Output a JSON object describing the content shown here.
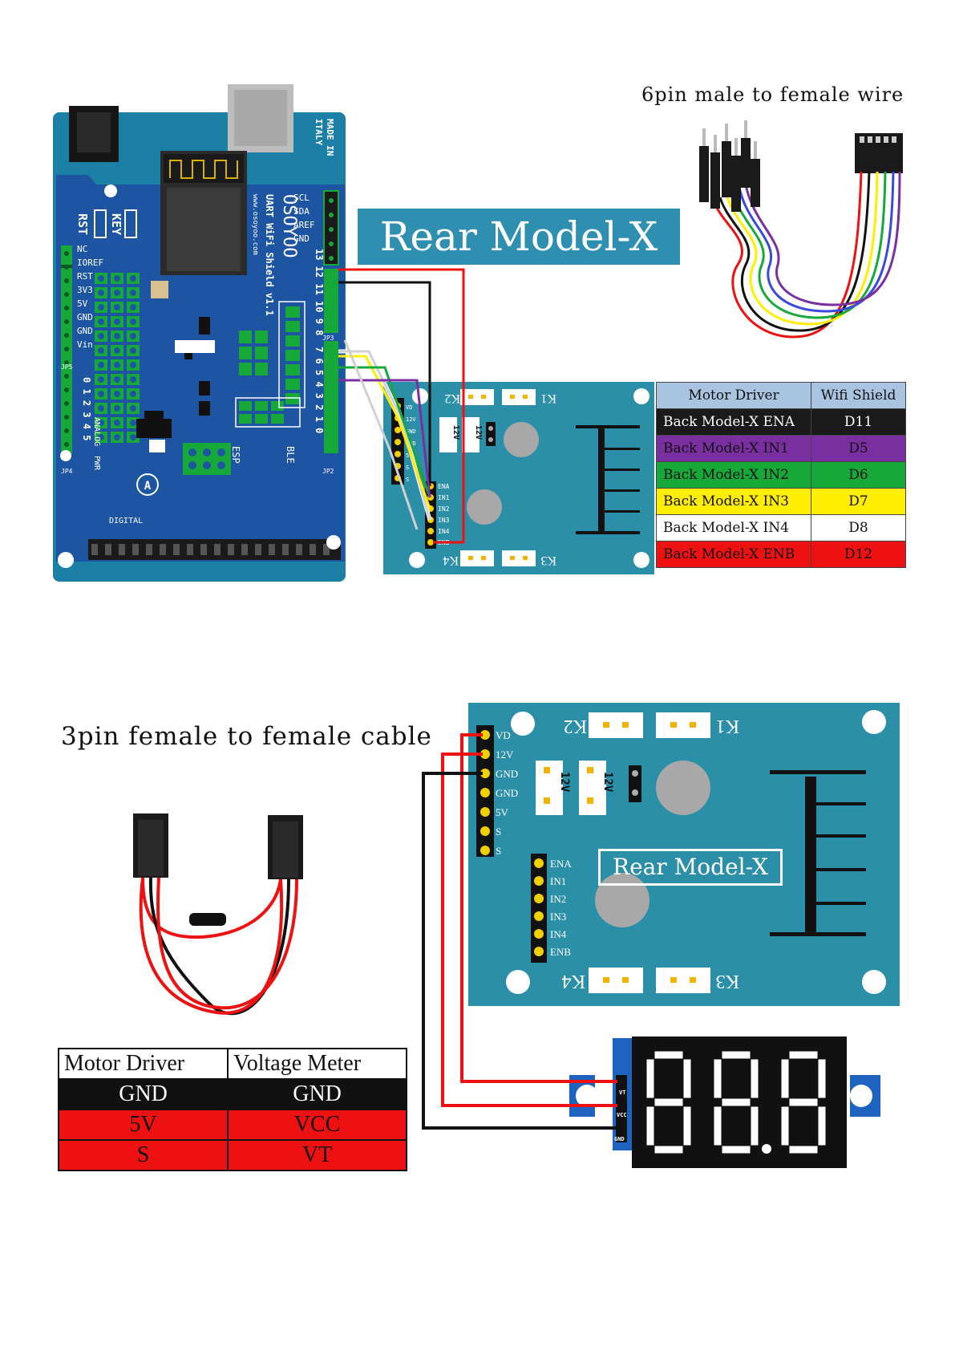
{
  "top": {
    "title": "Rear Model-X",
    "wire_caption": "6pin male to female wire",
    "shield": {
      "brand": "OSOYOO",
      "name": "UART WiFi Shield v1.1",
      "site": "www.osoyoo.com",
      "made_in": "MADE IN",
      "country": "ITALY",
      "rst": "RST",
      "key": "KEY",
      "header_left": [
        "NC",
        "IOREF",
        "RST",
        "3V3",
        "5V",
        "GND",
        "GND",
        "Vin"
      ],
      "header_right": [
        "SCL",
        "SDA",
        "AREF",
        "GND"
      ],
      "digital_top": "13 12 11 10 9 8",
      "digital_mid": "7 6 5 4 3 2 1 0",
      "analog_nums": "0 1 2 3 4 5",
      "analog_label": "ANALOG",
      "digital_label": "DIGITAL",
      "ble_label": "BLE",
      "esp_label": "ESP",
      "pwr": "PWR",
      "jp_labels": [
        "JP5",
        "JP4",
        "JP3",
        "JP2"
      ]
    },
    "driver": {
      "k_labels": [
        "K2",
        "K1",
        "K4",
        "K3"
      ],
      "v_label": "12V",
      "pins_left": [
        "VD",
        "12V",
        "GND",
        "GND",
        "5V",
        "S",
        "S"
      ],
      "pins_mid": [
        "ENA",
        "IN1",
        "IN2",
        "IN3",
        "IN4",
        "ENB"
      ]
    },
    "table": {
      "headers": [
        "Motor Driver",
        "Wifi Shield"
      ],
      "rows": [
        {
          "a": "Back Model-X ENA",
          "b": "D11",
          "bg": "#1a1a1a",
          "fg": "#ffffff"
        },
        {
          "a": "Back Model-X IN1",
          "b": "D5",
          "bg": "#7a2fa0",
          "fg": "#111111"
        },
        {
          "a": "Back Model-X IN2",
          "b": "D6",
          "bg": "#17a83a",
          "fg": "#111111"
        },
        {
          "a": "Back Model-X IN3",
          "b": "D7",
          "bg": "#ffee00",
          "fg": "#111111"
        },
        {
          "a": "Back Model-X IN4",
          "b": "D8",
          "bg": "#ffffff",
          "fg": "#111111"
        },
        {
          "a": "Back Model-X ENB",
          "b": "D12",
          "bg": "#ee1111",
          "fg": "#111111"
        }
      ],
      "header_bg": "#a9c4e0"
    }
  },
  "bottom": {
    "title": "Rear Model-X",
    "cable_caption": "3pin female to female cable",
    "driver": {
      "k_labels": [
        "K2",
        "K1",
        "K4",
        "K3"
      ],
      "v_label": "12V",
      "pins_left": [
        "VD",
        "12V",
        "GND",
        "GND",
        "5V",
        "S",
        "S"
      ],
      "pins_mid": [
        "ENA",
        "IN1",
        "IN2",
        "IN3",
        "IN4",
        "ENB"
      ]
    },
    "meter": {
      "digits": "88.8",
      "pins": [
        "VT",
        "VCC",
        "GND"
      ]
    },
    "table": {
      "headers": [
        "Motor Driver",
        "Voltage Meter"
      ],
      "rows": [
        {
          "a": "GND",
          "b": "GND",
          "bg": "#111111",
          "fg": "#ffffff"
        },
        {
          "a": "5V",
          "b": "VCC",
          "bg": "#ee1111",
          "fg": "#111111"
        },
        {
          "a": "S",
          "b": "VT",
          "bg": "#ee1111",
          "fg": "#111111"
        }
      ]
    }
  },
  "colors": {
    "board_blue": "#1e5aa0",
    "driver_teal": "#2c8fa8",
    "wire_red": "#ee1111",
    "wire_black": "#111111",
    "wire_yellow": "#ffee00",
    "wire_green": "#17a83a",
    "wire_purple": "#7a2fa0"
  }
}
